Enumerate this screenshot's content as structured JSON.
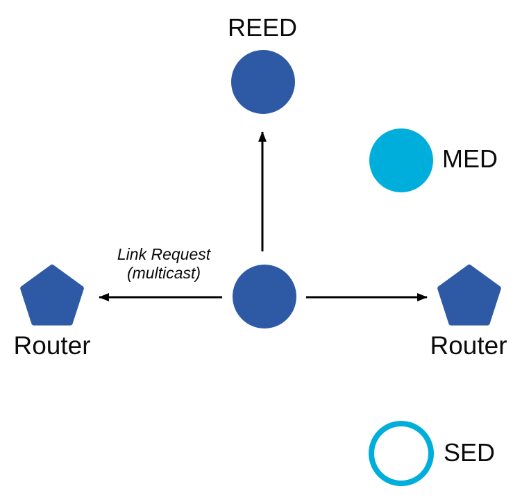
{
  "diagram": {
    "type": "network-topology",
    "colors": {
      "blue": "#2E5AA5",
      "cyan": "#00AEDB",
      "arrow": "#000000",
      "text": "#0B0B0B",
      "background": "#FFFFFF"
    },
    "labels": {
      "reed": "REED",
      "med": "MED",
      "sed": "SED",
      "router_left": "Router",
      "router_right": "Router",
      "link_request_line1": "Link Request",
      "link_request_line2": "(multicast)"
    },
    "nodes": [
      {
        "id": "reed",
        "label": "REED",
        "shape": "circle-filled",
        "color": "#2E5AA5"
      },
      {
        "id": "med",
        "label": "MED",
        "shape": "circle-filled",
        "color": "#00AEDB"
      },
      {
        "id": "attaching-device",
        "label": "",
        "shape": "circle-filled",
        "color": "#2E5AA5"
      },
      {
        "id": "router-left",
        "label": "Router",
        "shape": "pentagon",
        "color": "#2E5AA5"
      },
      {
        "id": "router-right",
        "label": "Router",
        "shape": "pentagon",
        "color": "#2E5AA5"
      },
      {
        "id": "sed",
        "label": "SED",
        "shape": "circle-outline",
        "color": "#00AEDB"
      }
    ],
    "edges": [
      {
        "from": "attaching-device",
        "to": "reed",
        "type": "arrow",
        "label": ""
      },
      {
        "from": "attaching-device",
        "to": "router-left",
        "type": "arrow",
        "label": "Link Request (multicast)"
      },
      {
        "from": "attaching-device",
        "to": "router-right",
        "type": "arrow",
        "label": ""
      }
    ]
  }
}
